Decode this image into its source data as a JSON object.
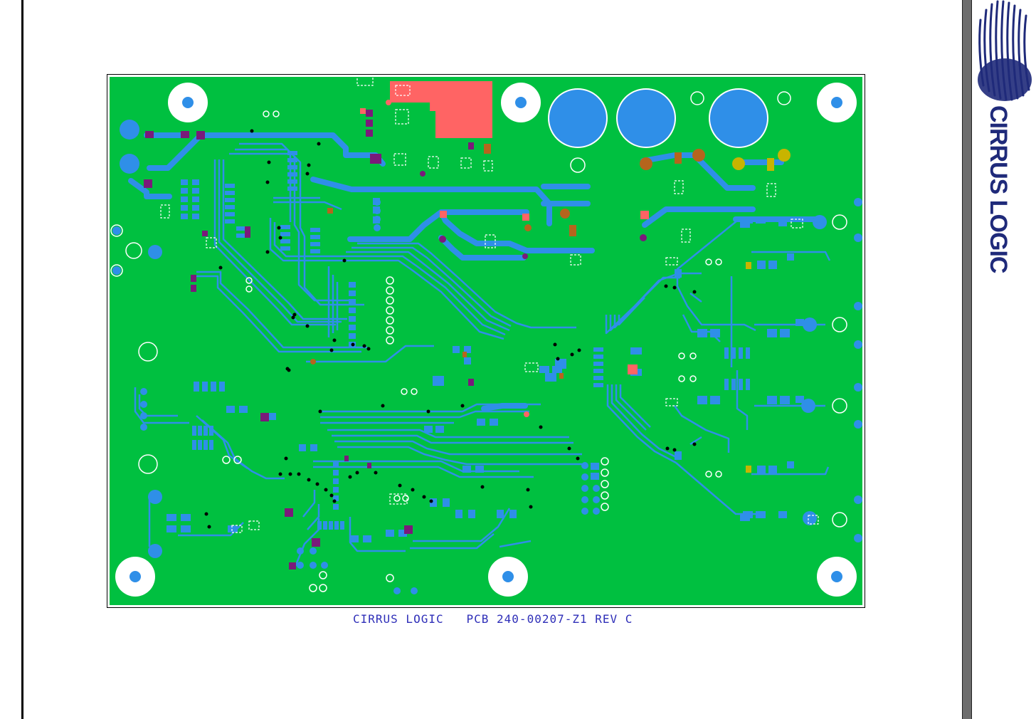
{
  "caption": {
    "company": "CIRRUS LOGIC",
    "pcb_label": "PCB 240-00207-Z1 REV C"
  },
  "logo": {
    "text": "CIRRUS LOGIC",
    "color": "#1f2a7a"
  },
  "colors": {
    "board": "#00c040",
    "trace": "#2f8fe8",
    "pad": "#2f8fe8",
    "via": "#000000",
    "purple_pad": "#7a1a7a",
    "brown_pad": "#b5651d",
    "olive_pad": "#c8b400",
    "copper_pour": "#ff6464",
    "caption": "#2e2eb8"
  }
}
